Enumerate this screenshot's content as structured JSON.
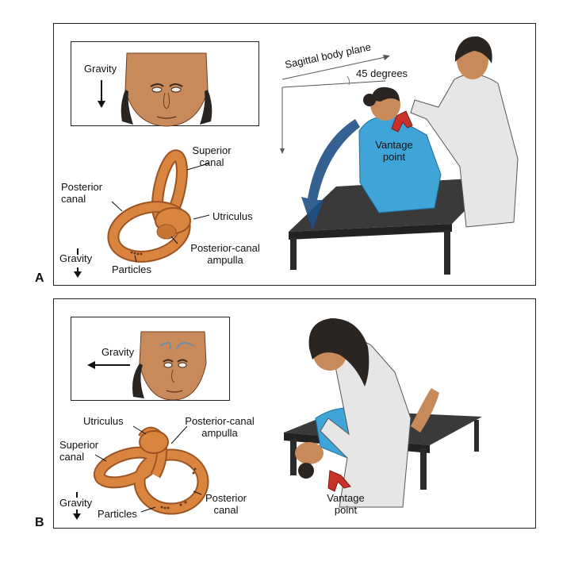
{
  "panels": {
    "a": {
      "letter": "A",
      "gravity_face": "Gravity",
      "sagittal": "Sagittal body plane",
      "degrees": "45 degrees",
      "vantage": [
        "Vantage",
        "point"
      ],
      "superior": [
        "Superior",
        "canal"
      ],
      "posterior": [
        "Posterior",
        "canal"
      ],
      "utriculus": "Utriculus",
      "ampulla": [
        "Posterior-canal",
        "ampulla"
      ],
      "particles": "Particles",
      "gravity_ear": "Gravity"
    },
    "b": {
      "letter": "B",
      "gravity_face": "Gravity",
      "utriculus": "Utriculus",
      "ampulla": [
        "Posterior-canal",
        "ampulla"
      ],
      "superior": [
        "Superior",
        "canal"
      ],
      "posterior": [
        "Posterior",
        "canal"
      ],
      "particles": "Particles",
      "gravity_ear": "Gravity",
      "vantage": [
        "Vantage",
        "point"
      ]
    }
  },
  "colors": {
    "skin": "#c98a5b",
    "hair": "#2b2522",
    "gown": "#3fa5d8",
    "canal": "#d9843f",
    "canal_dark": "#9c5422",
    "table": "#3a3a3a",
    "coat": "#e6e6e6",
    "red_arrow": "#c8322a",
    "blue_arrow": "#1f4f86"
  }
}
